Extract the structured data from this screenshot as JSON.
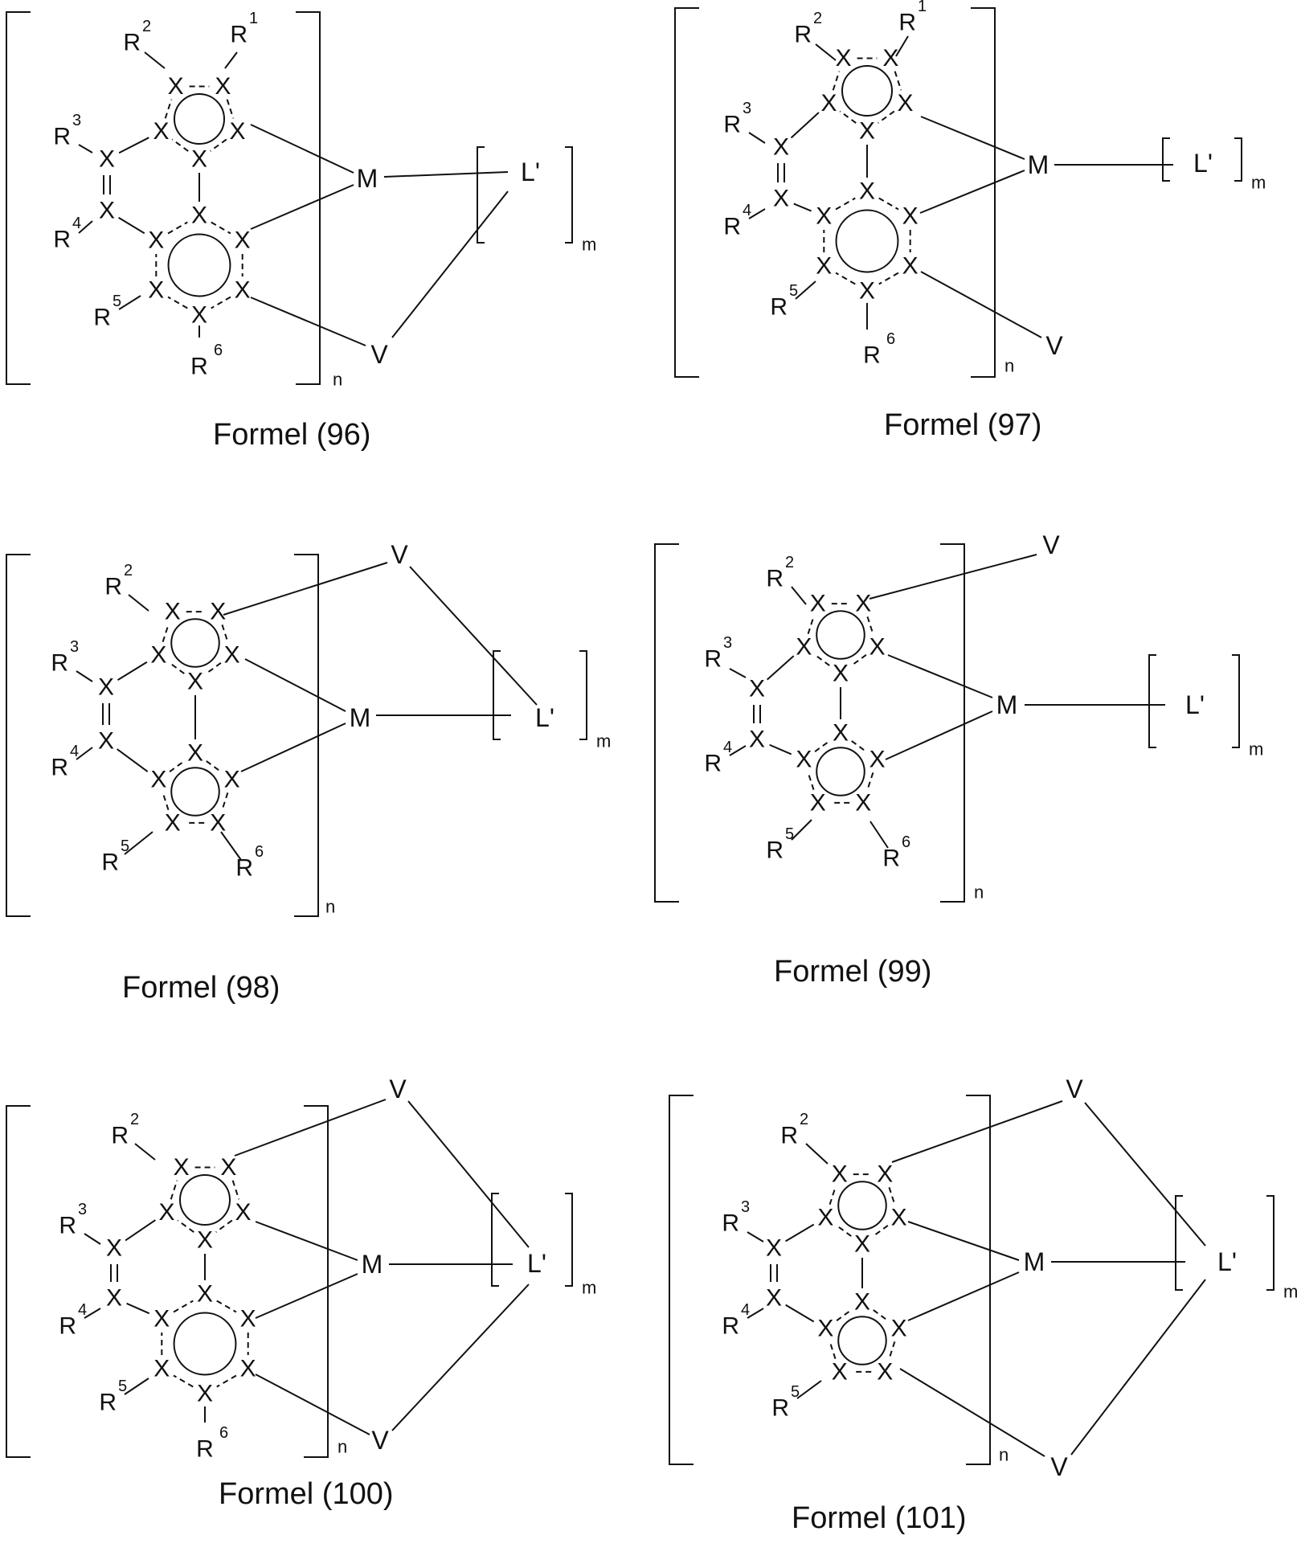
{
  "figures": [
    {
      "caption": "Formel (96)"
    },
    {
      "caption": "Formel (97)"
    },
    {
      "caption": "Formel (98)"
    },
    {
      "caption": "Formel (99)"
    },
    {
      "caption": "Formel (100)"
    },
    {
      "caption": "Formel (101)"
    }
  ],
  "atom_symbol": "X",
  "metal_label": "M",
  "ligand_label": "L'",
  "bridge_label": "V",
  "substituent_symbol": "R",
  "superscripts": {
    "r1": "1",
    "r2": "2",
    "r3": "3",
    "r4": "4",
    "r5": "5",
    "r6": "6"
  },
  "index_n": "n",
  "index_m": "m"
}
